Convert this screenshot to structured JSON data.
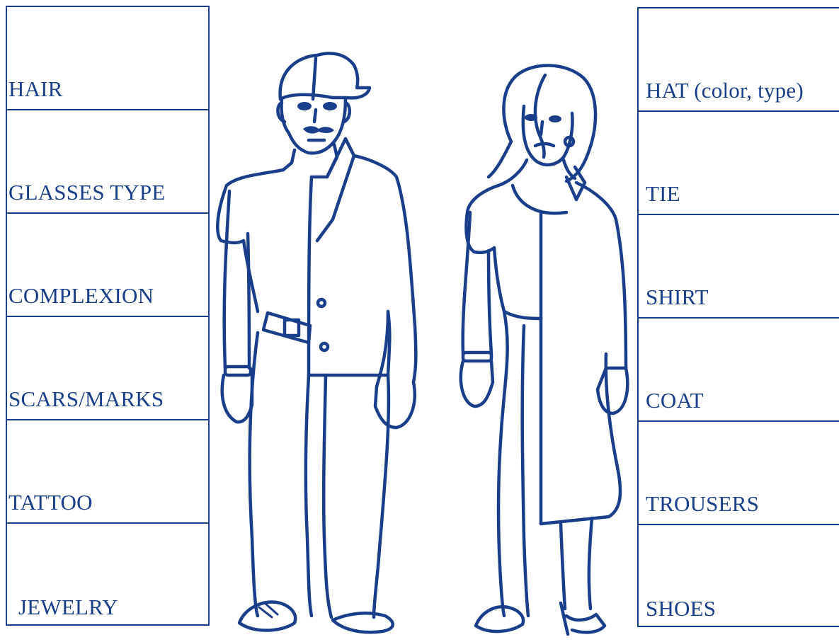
{
  "left_fields": [
    {
      "label": "HAIR"
    },
    {
      "label": "GLASSES TYPE"
    },
    {
      "label": "COMPLEXION"
    },
    {
      "label": "SCARS/MARKS"
    },
    {
      "label": "TATTOO"
    },
    {
      "label": "JEWELRY"
    }
  ],
  "right_fields": [
    {
      "label": "HAT (color, type)"
    },
    {
      "label": "TIE"
    },
    {
      "label": "SHIRT"
    },
    {
      "label": "COAT"
    },
    {
      "label": "TROUSERS"
    },
    {
      "label": "SHOES"
    }
  ],
  "colors": {
    "ink": "#1a3f8a",
    "background": "#ffffff"
  },
  "figures": [
    {
      "icon": "male-figure-illustration"
    },
    {
      "icon": "female-figure-illustration"
    }
  ]
}
